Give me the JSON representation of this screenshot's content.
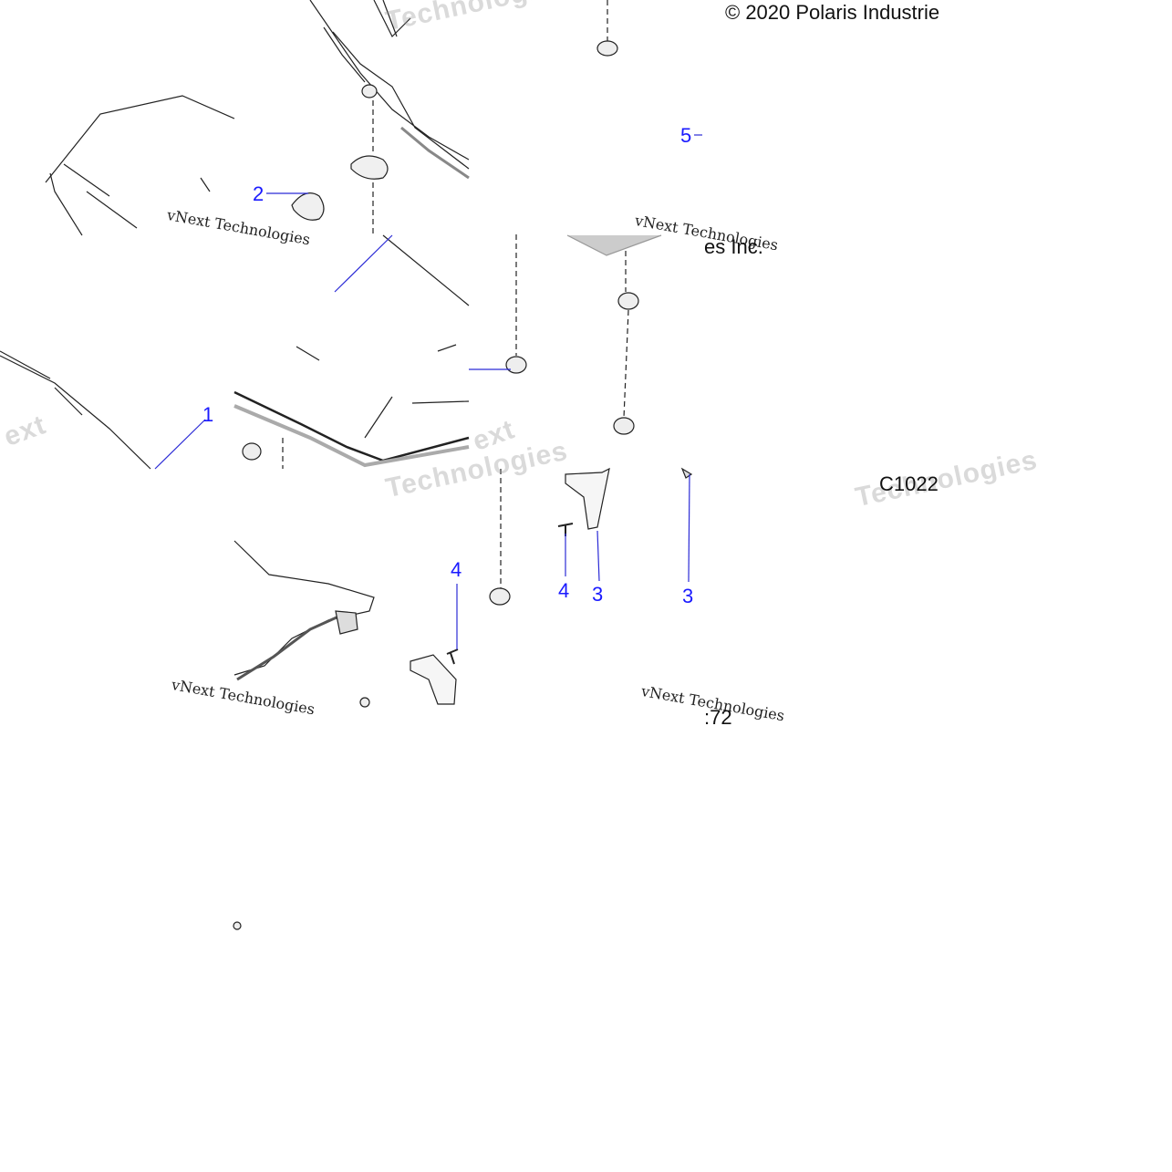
{
  "copyright": "© 2020 Polaris Industrie",
  "copyright_tail": "es Inc.",
  "part_code_prefix": "C1022",
  "part_code_suffix": ":72",
  "watermark_small": "vNext Technologies",
  "watermark_big": "Technologies",
  "watermark_ext": "ext",
  "callouts": {
    "c1": "1",
    "c2": "2",
    "c3a": "3",
    "c3b": "3",
    "c4a": "4",
    "c4b": "4",
    "c5": "5"
  }
}
